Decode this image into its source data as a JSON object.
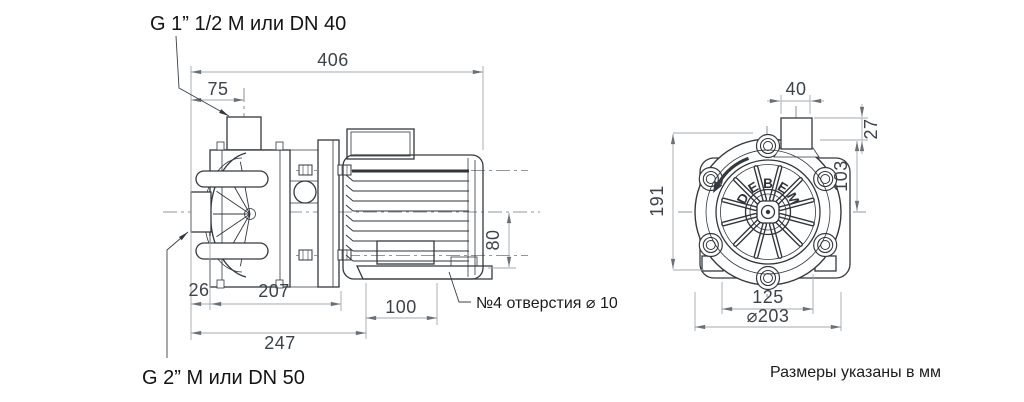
{
  "title": "Pump dimensional drawing",
  "labels": {
    "port_top": "G 1” 1/2  М или DN 40",
    "port_side": "G 2”  М или DN 50",
    "holes_note": "№4  отверстия ⌀ 10",
    "units_note": "Размеры указаны в мм"
  },
  "side_view": {
    "dims": {
      "overall_length": "406",
      "port_offset": "75",
      "port_protrusion": "26",
      "head_length": "207",
      "foot_hole_span": "100",
      "base_length": "247",
      "axis_height": "80"
    }
  },
  "front_view": {
    "dims": {
      "port_width": "40",
      "port_above_casing": "27",
      "axis_to_top": "103",
      "overall_height": "191",
      "feet_span": "125",
      "casing_diameter": "⌀203"
    },
    "brand_letters": [
      "D",
      "E",
      "B",
      "E",
      "M"
    ]
  },
  "colors": {
    "motor_fill": "#aab4b1",
    "motor_box_fill": "#b0bab6",
    "motor_pad_fill": "#c3cbc7",
    "line": "#33383d",
    "dim_line": "#a2a8ad",
    "dim_text": "#3d4349"
  }
}
